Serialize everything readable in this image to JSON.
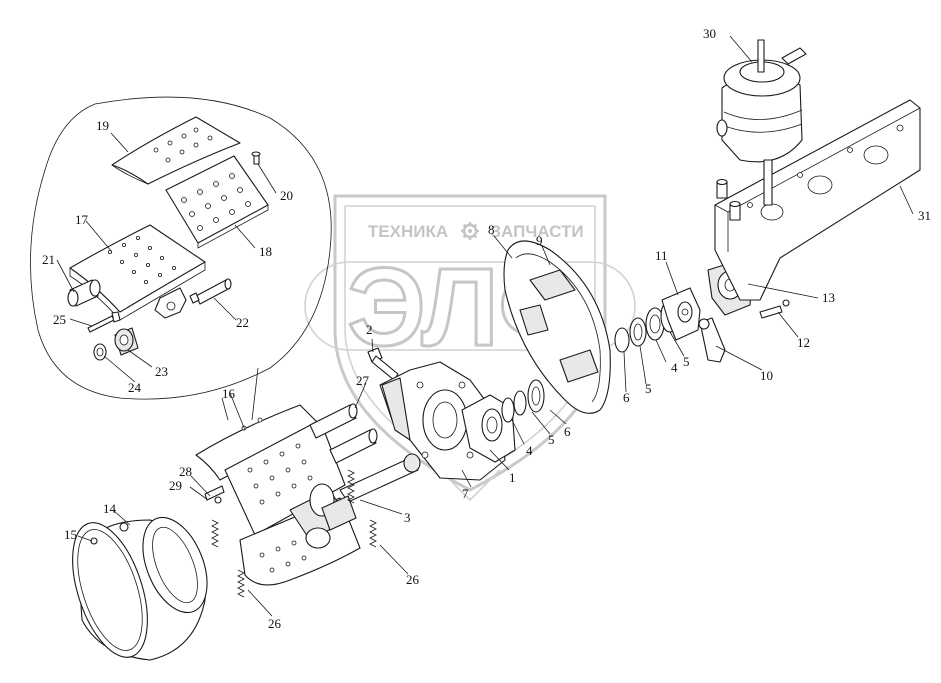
{
  "watermark": {
    "brand_left": "ТЕХНИКА",
    "brand_right": "ЗАПЧАСТИ",
    "monogram": "ЭЛФ",
    "gear_icon": "gear-icon"
  },
  "callouts": [
    {
      "id": "c1",
      "label": "1"
    },
    {
      "id": "c2",
      "label": "2"
    },
    {
      "id": "c3",
      "label": "3"
    },
    {
      "id": "c4a",
      "label": "4"
    },
    {
      "id": "c4b",
      "label": "4"
    },
    {
      "id": "c5a",
      "label": "5"
    },
    {
      "id": "c5b",
      "label": "5"
    },
    {
      "id": "c5c",
      "label": "5"
    },
    {
      "id": "c6a",
      "label": "6"
    },
    {
      "id": "c6b",
      "label": "6"
    },
    {
      "id": "c7",
      "label": "7"
    },
    {
      "id": "c8",
      "label": "8"
    },
    {
      "id": "c9",
      "label": "9"
    },
    {
      "id": "c10",
      "label": "10"
    },
    {
      "id": "c11",
      "label": "11"
    },
    {
      "id": "c12",
      "label": "12"
    },
    {
      "id": "c13",
      "label": "13"
    },
    {
      "id": "c14",
      "label": "14"
    },
    {
      "id": "c15",
      "label": "15"
    },
    {
      "id": "c16",
      "label": "16"
    },
    {
      "id": "c17",
      "label": "17"
    },
    {
      "id": "c18",
      "label": "18"
    },
    {
      "id": "c19",
      "label": "19"
    },
    {
      "id": "c20",
      "label": "20"
    },
    {
      "id": "c21",
      "label": "21"
    },
    {
      "id": "c22",
      "label": "22"
    },
    {
      "id": "c23",
      "label": "23"
    },
    {
      "id": "c24",
      "label": "24"
    },
    {
      "id": "c25",
      "label": "25"
    },
    {
      "id": "c26a",
      "label": "26"
    },
    {
      "id": "c26b",
      "label": "26"
    },
    {
      "id": "c27",
      "label": "27"
    },
    {
      "id": "c28",
      "label": "28"
    },
    {
      "id": "c29",
      "label": "29"
    },
    {
      "id": "c30",
      "label": "30"
    },
    {
      "id": "c31",
      "label": "31"
    }
  ]
}
